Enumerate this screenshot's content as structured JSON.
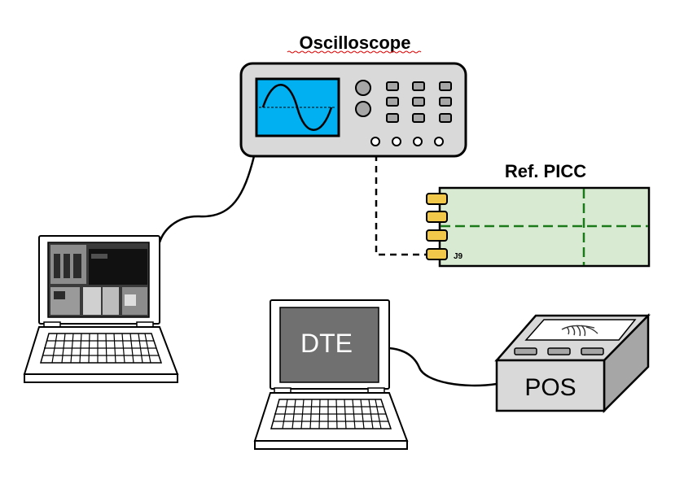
{
  "labels": {
    "oscilloscope": "Oscilloscope",
    "ref_picc": "Ref. PICC",
    "connector": "J9",
    "dte": "DTE",
    "pos": "POS"
  },
  "icons": {
    "oscilloscope": "oscilloscope-icon",
    "laptop_scope": "laptop-icon",
    "laptop_dte": "laptop-icon",
    "pos_terminal": "pos-terminal-icon",
    "contactless": "contactless-icon"
  },
  "colors": {
    "scope_body": "#d9d9d9",
    "scope_screen": "#00b0f0",
    "picc_board": "#d9ead3",
    "picc_guides": "#1a7a1a",
    "connector": "#f2c84b",
    "dte_screen": "#707070",
    "scope_laptop_screen": "#3a3a3a",
    "pos_body": "#d9d9d9"
  }
}
